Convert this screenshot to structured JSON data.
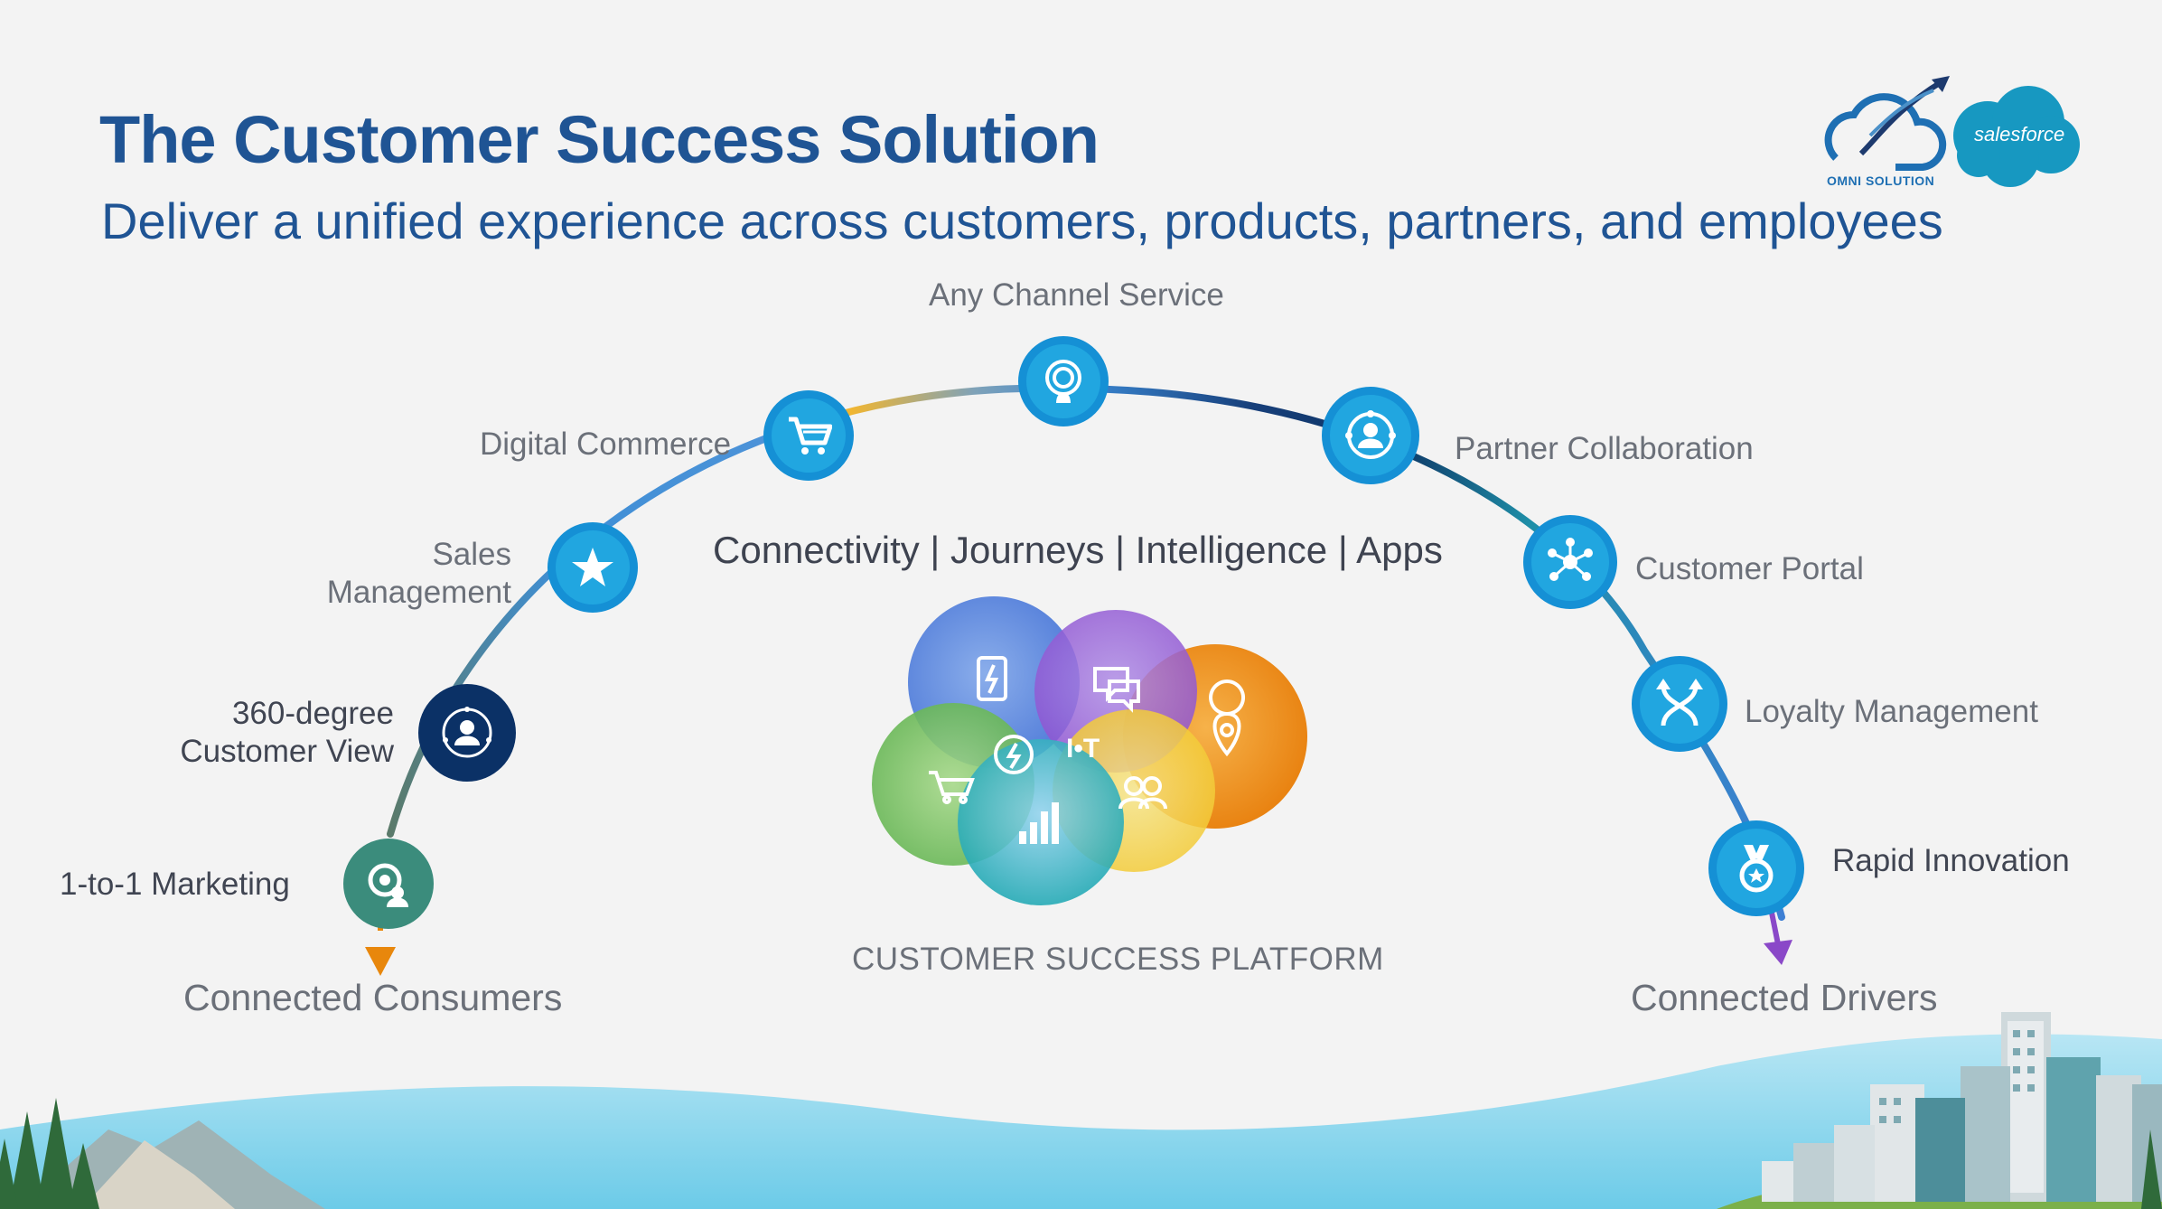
{
  "header": {
    "title": "The Customer Success Solution",
    "subtitle": "Deliver a unified experience across customers, products, partners, and employees"
  },
  "logos": {
    "omni": "OMNI SOLUTION",
    "salesforce": "salesforce"
  },
  "arc_nodes": [
    {
      "label": "1-to-1 Marketing",
      "icon": "marketing-icon"
    },
    {
      "label_line1": "360-degree",
      "label_line2": "Customer View",
      "icon": "customer-view-icon"
    },
    {
      "label_line1": "Sales",
      "label_line2": "Management",
      "icon": "star-icon"
    },
    {
      "label": "Digital Commerce",
      "icon": "cart-icon"
    },
    {
      "label": "Any Channel Service",
      "icon": "support-icon"
    },
    {
      "label": "Partner Collaboration",
      "icon": "partner-icon"
    },
    {
      "label": "Customer Portal",
      "icon": "network-icon"
    },
    {
      "label": "Loyalty Management",
      "icon": "loyalty-icon"
    },
    {
      "label": "Rapid Innovation",
      "icon": "medal-icon"
    }
  ],
  "endpoints": {
    "left": "Connected Consumers",
    "right": "Connected Drivers"
  },
  "center": {
    "pillars": "Connectivity | Journeys | Intelligence | Apps",
    "platform": "CUSTOMER SUCCESS PLATFORM",
    "iot": "I•T"
  },
  "colors": {
    "title": "#1f5494",
    "node_blue": "#21a6e0",
    "node_navy": "#0b3166",
    "node_teal": "#3b8c7c",
    "arrow_left": "#e8870c",
    "arrow_right": "#8a48c8"
  }
}
